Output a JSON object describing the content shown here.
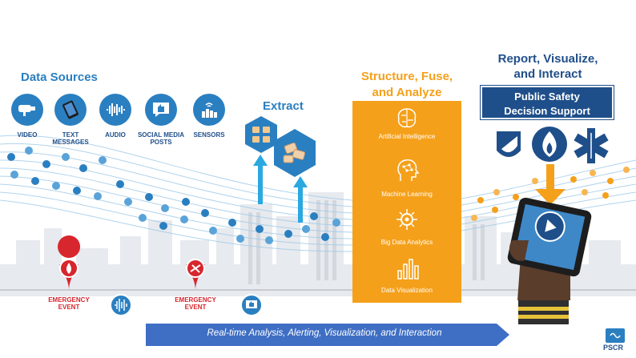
{
  "headings": {
    "data_sources": "Data Sources",
    "extract": "Extract",
    "structure": [
      "Structure, Fuse,",
      "and Analyze"
    ],
    "report": [
      "Report, Visualize,",
      "and Interact"
    ],
    "decision_support": [
      "Public Safety",
      "Decision Support"
    ]
  },
  "sources": [
    {
      "label": [
        "VIDEO"
      ],
      "icon": "video-camera-icon"
    },
    {
      "label": [
        "TEXT",
        "MESSAGES"
      ],
      "icon": "smartphone-icon"
    },
    {
      "label": [
        "AUDIO"
      ],
      "icon": "audio-wave-icon"
    },
    {
      "label": [
        "SOCIAL MEDIA",
        "POSTS"
      ],
      "icon": "thumbs-up-chat-icon"
    },
    {
      "label": [
        "SENSORS"
      ],
      "icon": "sensor-city-icon"
    }
  ],
  "analysis_steps": [
    {
      "label": "Artificial Intelligence",
      "icon": "brain-circuit-icon"
    },
    {
      "label": "Machine Learning",
      "icon": "head-network-icon"
    },
    {
      "label": "Big Data Analytics",
      "icon": "gear-network-icon"
    },
    {
      "label": "Data Visualization",
      "icon": "bar-chart-icon"
    }
  ],
  "responder_icons": [
    "police-shield-icon",
    "fire-flame-icon",
    "medical-star-of-life-icon"
  ],
  "events": [
    {
      "label": [
        "EMERGENCY",
        "EVENT"
      ],
      "pin_icon": "fire-icon",
      "media_icon": "audio-wave-icon"
    },
    {
      "label": [
        "EMERGENCY",
        "EVENT"
      ],
      "pin_icon": "car-crash-icon",
      "media_icon": "thumbs-up-chat-icon"
    }
  ],
  "banner": "Real-time Analysis, Alerting, Visualization, and Interaction",
  "logo": "PSCR",
  "colors": {
    "blue": "#2a7fc1",
    "navy": "#1f4f8a",
    "orange": "#f5a01a",
    "red": "#d7262d",
    "stream": "#9ec9e8"
  }
}
